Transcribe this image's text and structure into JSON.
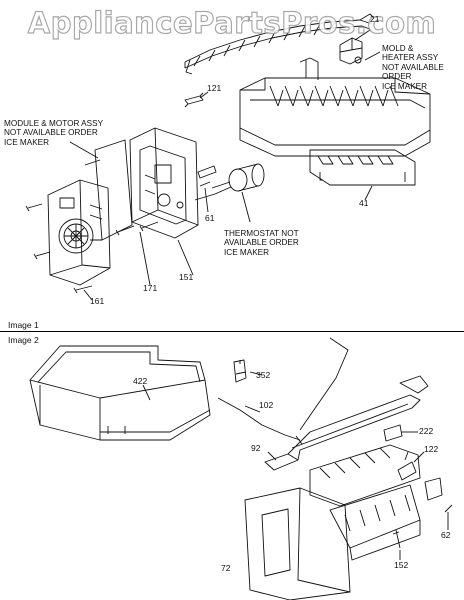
{
  "watermark": "AppliancePartsPros.com",
  "sections": {
    "image1": "Image 1",
    "image2": "Image 2"
  },
  "notes": {
    "module_motor": [
      "MODULE & MOTOR ASSY",
      "NOT AVAILABLE ORDER",
      "ICE MAKER"
    ],
    "mold_heater": [
      "MOLD &",
      "HEATER ASSY",
      "NOT AVAILABLE",
      "ORDER",
      "ICE MAKER"
    ],
    "thermostat": [
      "THERMOSTAT NOT",
      "AVAILABLE ORDER",
      "ICE MAKER"
    ]
  },
  "parts_image1": [
    "21",
    "121",
    "61",
    "41",
    "151",
    "171",
    "161"
  ],
  "parts_image2": [
    "422",
    "352",
    "102",
    "222",
    "92",
    "122",
    "62",
    "72",
    "152"
  ],
  "colors": {
    "line": "#111111",
    "watermark_stroke": "#9a9a9a"
  }
}
